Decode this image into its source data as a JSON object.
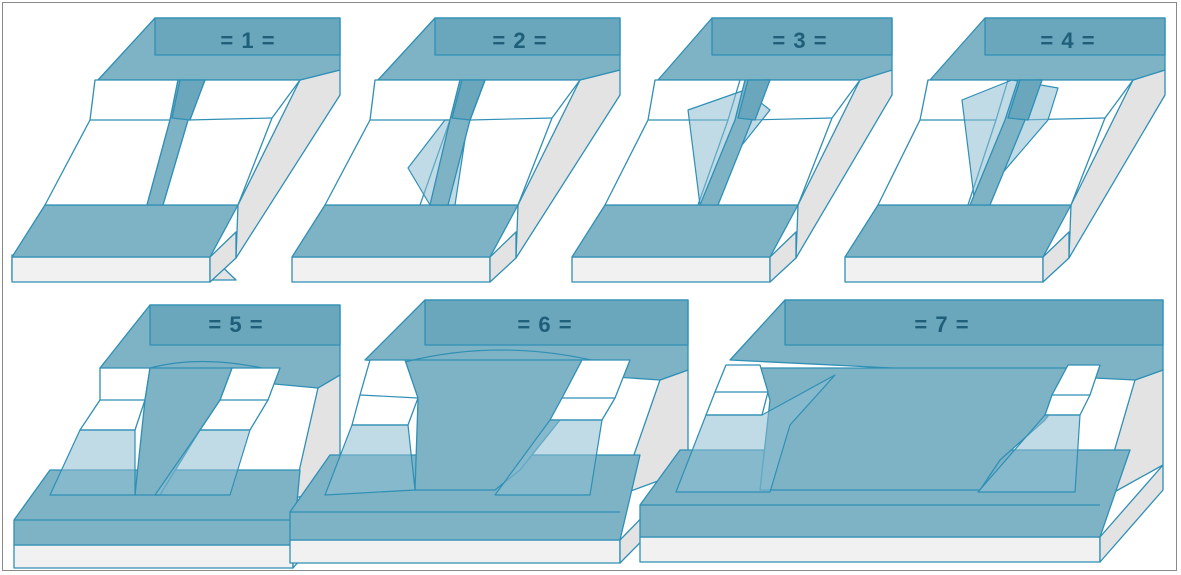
{
  "stages": [
    {
      "id": 1,
      "label": "= 1 ="
    },
    {
      "id": 2,
      "label": "= 2 ="
    },
    {
      "id": 3,
      "label": "= 3 ="
    },
    {
      "id": 4,
      "label": "= 4 ="
    },
    {
      "id": 5,
      "label": "= 5 ="
    },
    {
      "id": 6,
      "label": "= 6 ="
    },
    {
      "id": 7,
      "label": "= 7 ="
    }
  ],
  "colors": {
    "water": "#7eb3c6",
    "water_dark": "#6aa6bc",
    "outline": "#2f8fb5",
    "dam_face": "#ffffff",
    "slope_grey": "#e3e3e3",
    "label_text": "#1f5f7a"
  }
}
